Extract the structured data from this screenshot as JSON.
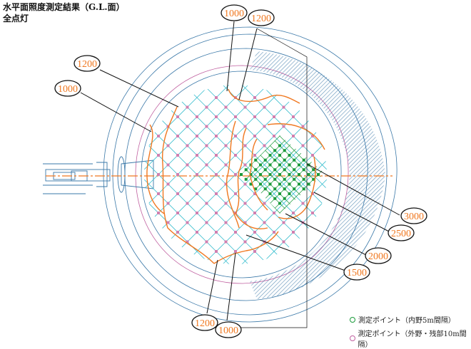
{
  "title": "水平面照度測定結果（G.L.面）",
  "subtitle": "全点灯",
  "callouts": [
    {
      "id": "top-1000",
      "value": "1000"
    },
    {
      "id": "top-1200",
      "value": "1200"
    },
    {
      "id": "left-1200",
      "value": "1200"
    },
    {
      "id": "left-1000",
      "value": "1000"
    },
    {
      "id": "right-3000",
      "value": "3000"
    },
    {
      "id": "right-2500",
      "value": "2500"
    },
    {
      "id": "right-2000",
      "value": "2000"
    },
    {
      "id": "right-1500",
      "value": "1500"
    },
    {
      "id": "bottom-1200",
      "value": "1200"
    },
    {
      "id": "bottom-1000",
      "value": "1000"
    }
  ],
  "legend": [
    {
      "label": "測定ポイント（内野5m間隔）",
      "color": "#1a9a3a"
    },
    {
      "label": "測定ポイント（外野・残部10m間隔）",
      "color": "#c060a0"
    }
  ],
  "colors": {
    "contour": "#f07820",
    "grid": "#40c0d0",
    "structure": "#3a78a8"
  }
}
